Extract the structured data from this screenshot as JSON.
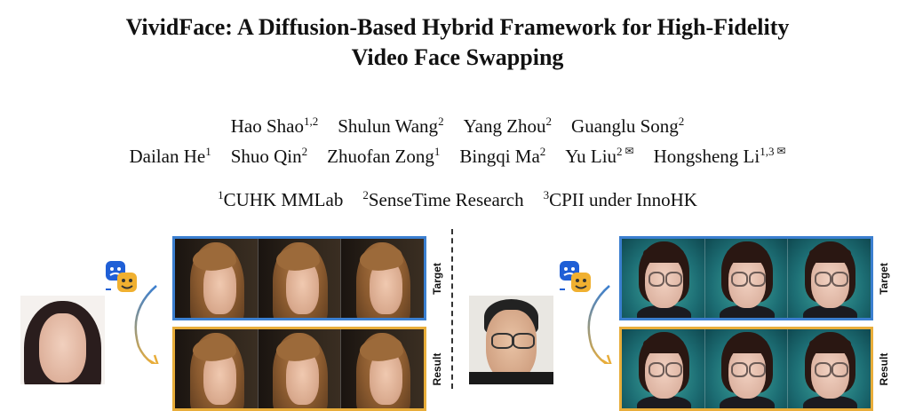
{
  "paper": {
    "title_line1": "VividFace: A Diffusion-Based Hybrid Framework for High-Fidelity",
    "title_line2": "Video Face Swapping",
    "authors_row1": [
      {
        "name": "Hao Shao",
        "sup": "1,2",
        "corresponding": false
      },
      {
        "name": "Shulun Wang",
        "sup": "2",
        "corresponding": false
      },
      {
        "name": "Yang Zhou",
        "sup": "2",
        "corresponding": false
      },
      {
        "name": "Guanglu Song",
        "sup": "2",
        "corresponding": false
      }
    ],
    "authors_row2": [
      {
        "name": "Dailan He",
        "sup": "1",
        "corresponding": false
      },
      {
        "name": "Shuo Qin",
        "sup": "2",
        "corresponding": false
      },
      {
        "name": "Zhuofan Zong",
        "sup": "1",
        "corresponding": false
      },
      {
        "name": "Bingqi Ma",
        "sup": "2",
        "corresponding": false
      },
      {
        "name": "Yu Liu",
        "sup": "2",
        "corresponding": true
      },
      {
        "name": "Hongsheng Li",
        "sup": "1,3",
        "corresponding": true
      }
    ],
    "mail_glyph": "✉",
    "affiliations": [
      {
        "sup": "1",
        "name": "CUHK MMLab"
      },
      {
        "sup": "2",
        "name": "SenseTime Research"
      },
      {
        "sup": "3",
        "name": "CPII under InnoHK"
      }
    ]
  },
  "figure": {
    "label_target": "Target",
    "label_result": "Result",
    "target_border_color": "#3b7fd0",
    "result_border_color": "#e8ad3a",
    "icons": [
      "face-swap-icon",
      "curved-arrow-icon"
    ]
  }
}
